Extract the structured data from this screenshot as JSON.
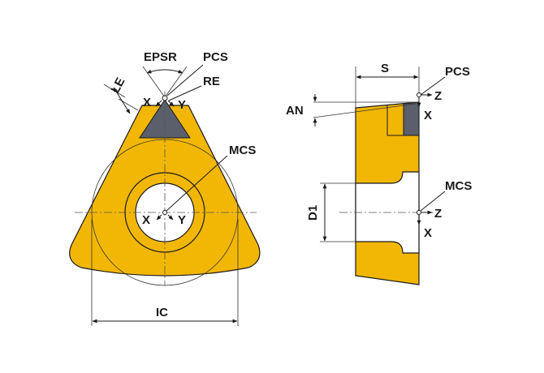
{
  "labels": {
    "epsr": "EPSR",
    "pcs": "PCS",
    "re": "RE",
    "le": "LE",
    "x": "X",
    "y": "Y",
    "mcs": "MCS",
    "ic": "IC",
    "s": "S",
    "z": "Z",
    "an": "AN",
    "d1": "D1"
  },
  "colors": {
    "insert_fill": "#F2B705",
    "tip_fill": "#5A5F6B",
    "outline": "#1a1a1a"
  }
}
